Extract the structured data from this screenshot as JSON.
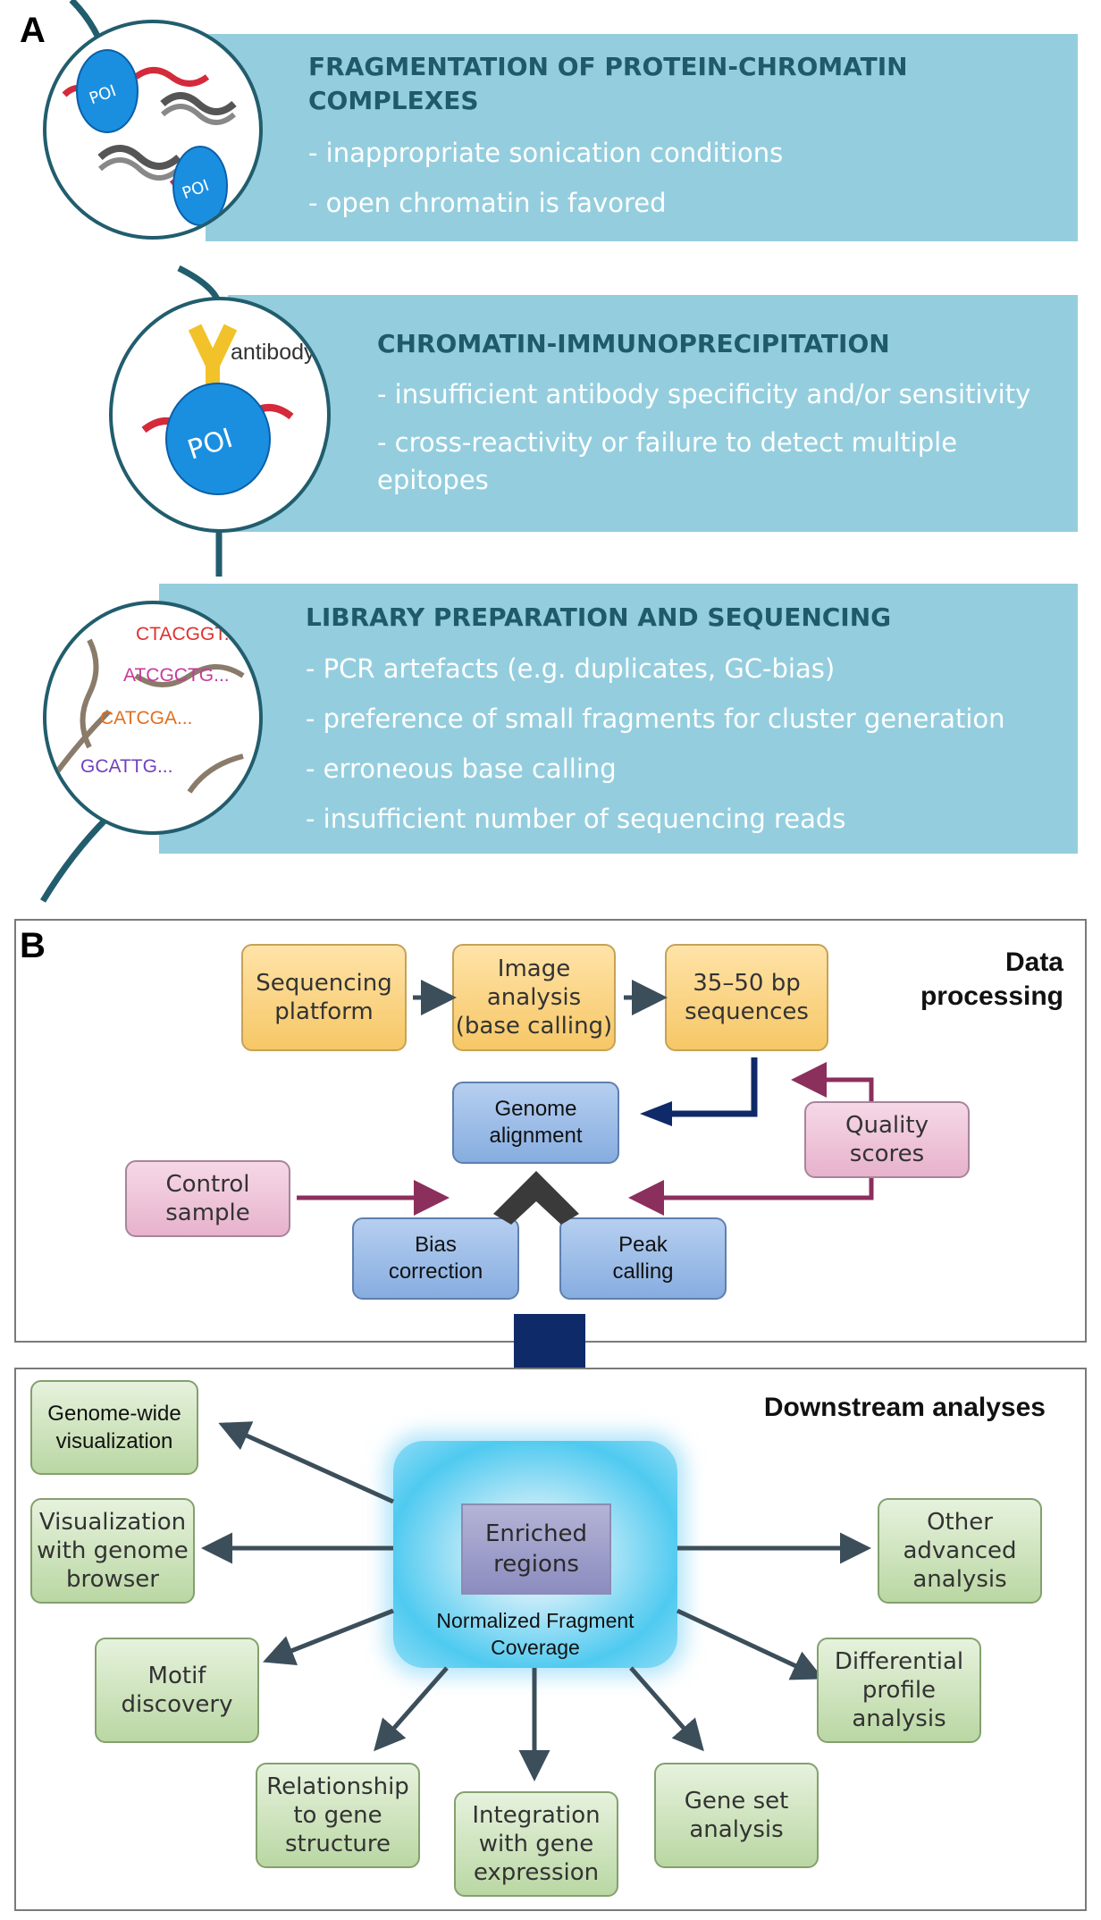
{
  "panel_a": {
    "letter": "A",
    "steps": [
      {
        "title_lines": [
          "FRAGMENTATION OF PROTEIN-CHROMATIN",
          "COMPLEXES"
        ],
        "items": [
          "- inappropriate sonication conditions",
          "- open chromatin is favored"
        ],
        "illustration_labels": [
          "POI",
          "POI"
        ]
      },
      {
        "title_lines": [
          "CHROMATIN-IMMUNOPRECIPITATION"
        ],
        "items": [
          "- insufficient antibody specificity and/or sensitivity",
          "- cross-reactivity or failure to detect multiple epitopes"
        ],
        "illustration_labels": [
          "antibody",
          "POI"
        ]
      },
      {
        "title_lines": [
          "LIBRARY PREPARATION AND SEQUENCING"
        ],
        "items": [
          "- PCR artefacts (e.g. duplicates, GC-bias)",
          "- preference of small fragments for cluster generation",
          "- erroneous base calling",
          "- insufficient number of sequencing reads"
        ],
        "illustration_labels": [
          "CTACGGT...",
          "ATCGCTG...",
          "CATCGA...",
          "GCATTG..."
        ]
      }
    ],
    "colors": {
      "box": "#94cede",
      "title": "#1f5a6b",
      "ring": "#215d6d"
    }
  },
  "panel_b": {
    "letter": "B",
    "data_processing": {
      "heading_lines": [
        "Data",
        "processing"
      ],
      "nodes": {
        "seq_platform": [
          "Sequencing",
          "platform"
        ],
        "image_analysis": [
          "Image analysis",
          "(base calling)"
        ],
        "sequences": [
          "35–50 bp",
          "sequences"
        ],
        "genome_alignment": [
          "Genome",
          "alignment"
        ],
        "quality_scores": [
          "Quality",
          "scores"
        ],
        "control_sample": [
          "Control",
          "sample"
        ],
        "bias_correction": [
          "Bias",
          "correction"
        ],
        "peak_calling": [
          "Peak",
          "calling"
        ]
      }
    },
    "downstream": {
      "heading": "Downstream analyses",
      "center": {
        "enriched": [
          "Enriched",
          "regions"
        ],
        "caption": [
          "Normalized Fragment",
          "Coverage"
        ]
      },
      "nodes": {
        "genome_wide": [
          "Genome-wide",
          "visualization"
        ],
        "genome_browser": [
          "Visualization",
          "with genome",
          "browser"
        ],
        "motif": [
          "Motif",
          "discovery"
        ],
        "gene_structure": [
          "Relationship",
          "to gene",
          "structure"
        ],
        "gene_expression": [
          "Integration",
          "with gene",
          "expression"
        ],
        "gene_set": [
          "Gene set",
          "analysis"
        ],
        "differential": [
          "Differential",
          "profile",
          "analysis"
        ],
        "other": [
          "Other",
          "advanced",
          "analysis"
        ]
      }
    },
    "colors": {
      "orange": "#f6c766",
      "blue": "#86ade0",
      "pink": "#e7b2cc",
      "green": "#bad7a3",
      "navy_arrow": "#0f2a68",
      "maroon_arrow": "#8b2f5c",
      "slate_arrow": "#3b4e5a"
    }
  }
}
